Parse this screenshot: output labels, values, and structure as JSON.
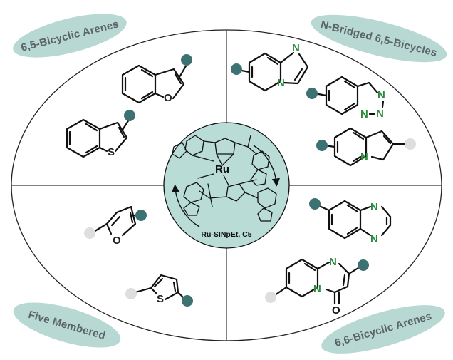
{
  "labels": {
    "top_left": "6,5-Bicyclic Arenes",
    "top_right": "N-Bridged 6,5-Bicycles",
    "bottom_left": "Five Membered",
    "bottom_right": "6,6-Bicyclic Arenes"
  },
  "catalyst": {
    "name": "Ru-SINpEt, C5",
    "metal": "Ru"
  },
  "atoms": {
    "O": "O",
    "S": "S",
    "N": "N"
  },
  "colors": {
    "teal_dot": "#3d7272",
    "grey_dot": "#dedede",
    "label_fill": "#b8d9d3",
    "center_fill": "#b9dcd6",
    "nitrogen": "#2c8a3e",
    "oxygen": "#222222"
  }
}
